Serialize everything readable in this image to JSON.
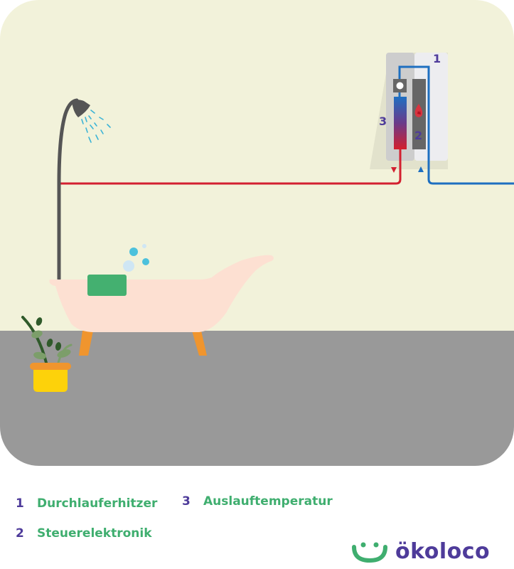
{
  "diagram": {
    "title": "Durchlauferhitzer im Badezimmer",
    "callouts": [
      {
        "number": "1",
        "target": "Durchlauferhitzer"
      },
      {
        "number": "2",
        "target": "Steuerelektronik"
      },
      {
        "number": "3",
        "target": "Auslauftemperatur"
      }
    ],
    "pipes": {
      "hot_water_color": "#d32030",
      "cold_water_color": "#1e6fc0",
      "hot_direction": "down-arrow",
      "cold_direction": "up-arrow"
    },
    "colors": {
      "wall": "#f2f2da",
      "floor": "#999999",
      "bathtub": "#fde0d2",
      "tub_legs": "#f0952e",
      "pillow": "#44b070",
      "pot": "#fdd20a",
      "pot_rim": "#f0952e",
      "accent_purple": "#4e3b9a",
      "accent_green": "#3fae6f"
    }
  },
  "legend": [
    {
      "number": "1",
      "label": "Durchlauferhitzer"
    },
    {
      "number": "2",
      "label": "Steuerelektronik"
    },
    {
      "number": "3",
      "label": "Auslauftemperatur"
    }
  ],
  "brand": {
    "name": "ökoloco",
    "icon": "smiley-icon"
  }
}
